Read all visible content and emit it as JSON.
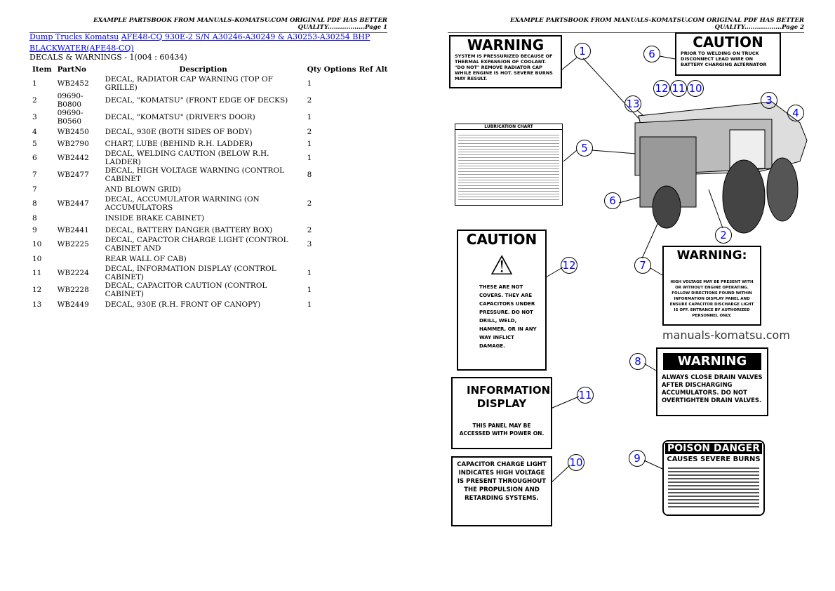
{
  "header": {
    "page1": "EXAMPLE PARTSBOOK FROM MANUALS-KOMATSU.COM ORIGINAL PDF HAS BETTER QUALITY..................Page 1",
    "page2": "EXAMPLE PARTSBOOK FROM MANUALS-KOMATSU.COM ORIGINAL PDF HAS BETTER QUALITY..................Page 2"
  },
  "breadcrumb": {
    "link1": "Dump Trucks Komatsu",
    "link2": "AFE48-CQ 930E-2 S/N A30246-A30249 & A30253-A30254 BHP BLACKWATER(AFE48-CQ)"
  },
  "section": "DECALS & WARNINGS - 1(004 : 60434)",
  "columns": [
    "Item",
    "PartNo",
    "Description",
    "Qty",
    "Options",
    "Ref",
    "Alt"
  ],
  "rows": [
    [
      "1",
      "WB2452",
      "DECAL, RADIATOR CAP WARNING (TOP OF GRILLE)",
      "1"
    ],
    [
      "2",
      "09690-B0800",
      "DECAL, \"KOMATSU\" (FRONT EDGE OF DECKS)",
      "2"
    ],
    [
      "3",
      "09690-B0560",
      "DECAL, \"KOMATSU\" (DRIVER'S DOOR)",
      "1"
    ],
    [
      "4",
      "WB2450",
      "DECAL, 930E (BOTH SIDES OF BODY)",
      "2"
    ],
    [
      "5",
      "WB2790",
      "CHART, LUBE (BEHIND R.H. LADDER)",
      "1"
    ],
    [
      "6",
      "WB2442",
      "DECAL, WELDING CAUTION (BELOW R.H. LADDER)",
      "1"
    ],
    [
      "7",
      "WB2477",
      "DECAL, HIGH VOLTAGE WARNING (CONTROL CABINET",
      "8"
    ],
    [
      "7",
      "",
      "AND BLOWN GRID)",
      ""
    ],
    [
      "8",
      "WB2447",
      "DECAL, ACCUMULATOR WARNING (ON ACCUMULATORS",
      "2"
    ],
    [
      "8",
      "",
      "INSIDE BRAKE CABINET)",
      ""
    ],
    [
      "9",
      "WB2441",
      "DECAL, BATTERY DANGER (BATTERY BOX)",
      "2"
    ],
    [
      "10",
      "WB2225",
      "DECAL, CAPACTOR CHARGE LIGHT (CONTROL CABINET AND",
      "3"
    ],
    [
      "10",
      "",
      "REAR WALL OF CAB)",
      ""
    ],
    [
      "11",
      "WB2224",
      "DECAL, INFORMATION DISPLAY (CONTROL CABINET)",
      "1"
    ],
    [
      "12",
      "WB2228",
      "DECAL, CAPACITOR CAUTION (CONTROL CABINET)",
      "1"
    ],
    [
      "13",
      "WB2449",
      "DECAL, 930E (R.H. FRONT OF CANOPY)",
      "1"
    ]
  ],
  "diagram": {
    "watermark": "manuals-komatsu.com",
    "decals": {
      "d1": {
        "title": "WARNING",
        "text": "SYSTEM IS PRESSURIZED BECAUSE OF THERMAL EXPANSION OF COOLANT. \"DO NOT\" REMOVE RADIATOR CAP WHILE ENGINE IS HOT. SEVERE BURNS MAY RESULT."
      },
      "d6": {
        "title": "CAUTION",
        "text": "PRIOR TO WELDING ON TRUCK DISCONNECT LEAD WIRE ON BATTERY CHARGING ALTERNATOR"
      },
      "d5": {
        "title": "LUBRICATION CHART"
      },
      "d12": {
        "title": "CAUTION",
        "text": "THESE ARE NOT COVERS. THEY ARE CAPACITORS UNDER PRESSURE. DO NOT DRILL, WELD, HAMMER, OR IN ANY WAY INFLICT DAMAGE."
      },
      "d7": {
        "title": "WARNING:",
        "text": "HIGH VOLTAGE MAY BE PRESENT WITH OR WITHOUT ENGINE OPERATING. FOLLOW DIRECTIONS FOUND WITHIN INFORMATION DISPLAY PANEL AND ENSURE CAPACITOR DISCHARGE LIGHT IS OFF. ENTRANCE BY AUTHORIZED PERSONNEL ONLY."
      },
      "d8": {
        "title": "WARNING",
        "text": "ALWAYS CLOSE DRAIN VALVES AFTER DISCHARGING ACCUMULATORS. DO NOT OVERTIGHTEN DRAIN VALVES."
      },
      "d11": {
        "title": "INFORMATION DISPLAY",
        "text": "THIS PANEL MAY BE ACCESSED WITH POWER ON."
      },
      "d9": {
        "title": "POISON DANGER",
        "sub": "CAUSES SEVERE BURNS"
      },
      "d10": {
        "text": "CAPACITOR CHARGE LIGHT INDICATES HIGH VOLTAGE IS PRESENT THROUGHOUT THE PROPULSION AND RETARDING SYSTEMS."
      }
    },
    "callouts": [
      "1",
      "6",
      "12",
      "11",
      "10",
      "13",
      "3",
      "4",
      "5",
      "6",
      "2",
      "7",
      "12",
      "11",
      "8",
      "10",
      "9"
    ]
  }
}
